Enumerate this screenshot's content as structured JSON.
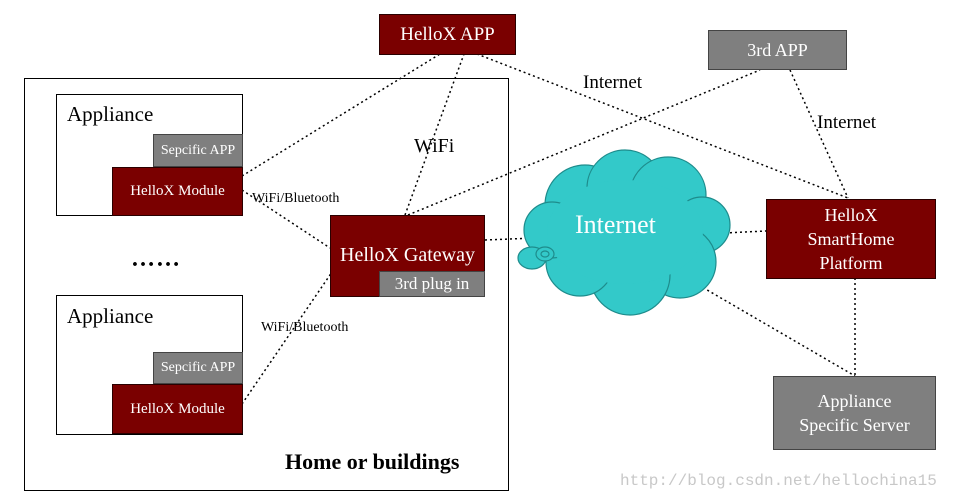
{
  "nodes": {
    "hellox_app": "HelloX APP",
    "third_app": "3rd APP",
    "appliance_1": "Appliance",
    "specific_app_1": "Sepcific APP",
    "hellox_module_1": "HelloX Module",
    "ellipsis": "……",
    "appliance_2": "Appliance",
    "specific_app_2": "Sepcific APP",
    "hellox_module_2": "HelloX Module",
    "gateway": "HelloX Gateway",
    "plugin": "3rd plug in",
    "cloud": "Internet",
    "platform": "HelloX\nSmartHome\nPlatform",
    "server": "Appliance\nSpecific Server",
    "home_label": "Home or buildings"
  },
  "edge_labels": {
    "wifi": "WiFi",
    "internet_top": "Internet",
    "internet_right": "Internet",
    "wifi_bluetooth_1": "WiFi/Bluetooth",
    "wifi_bluetooth_2": "WiFi/Bluetooth"
  },
  "watermark": "http://blog.csdn.net/hellochina15",
  "colors": {
    "maroon": "#7a0000",
    "grey": "#7f7f7f",
    "cloud": "#33c9c9"
  }
}
